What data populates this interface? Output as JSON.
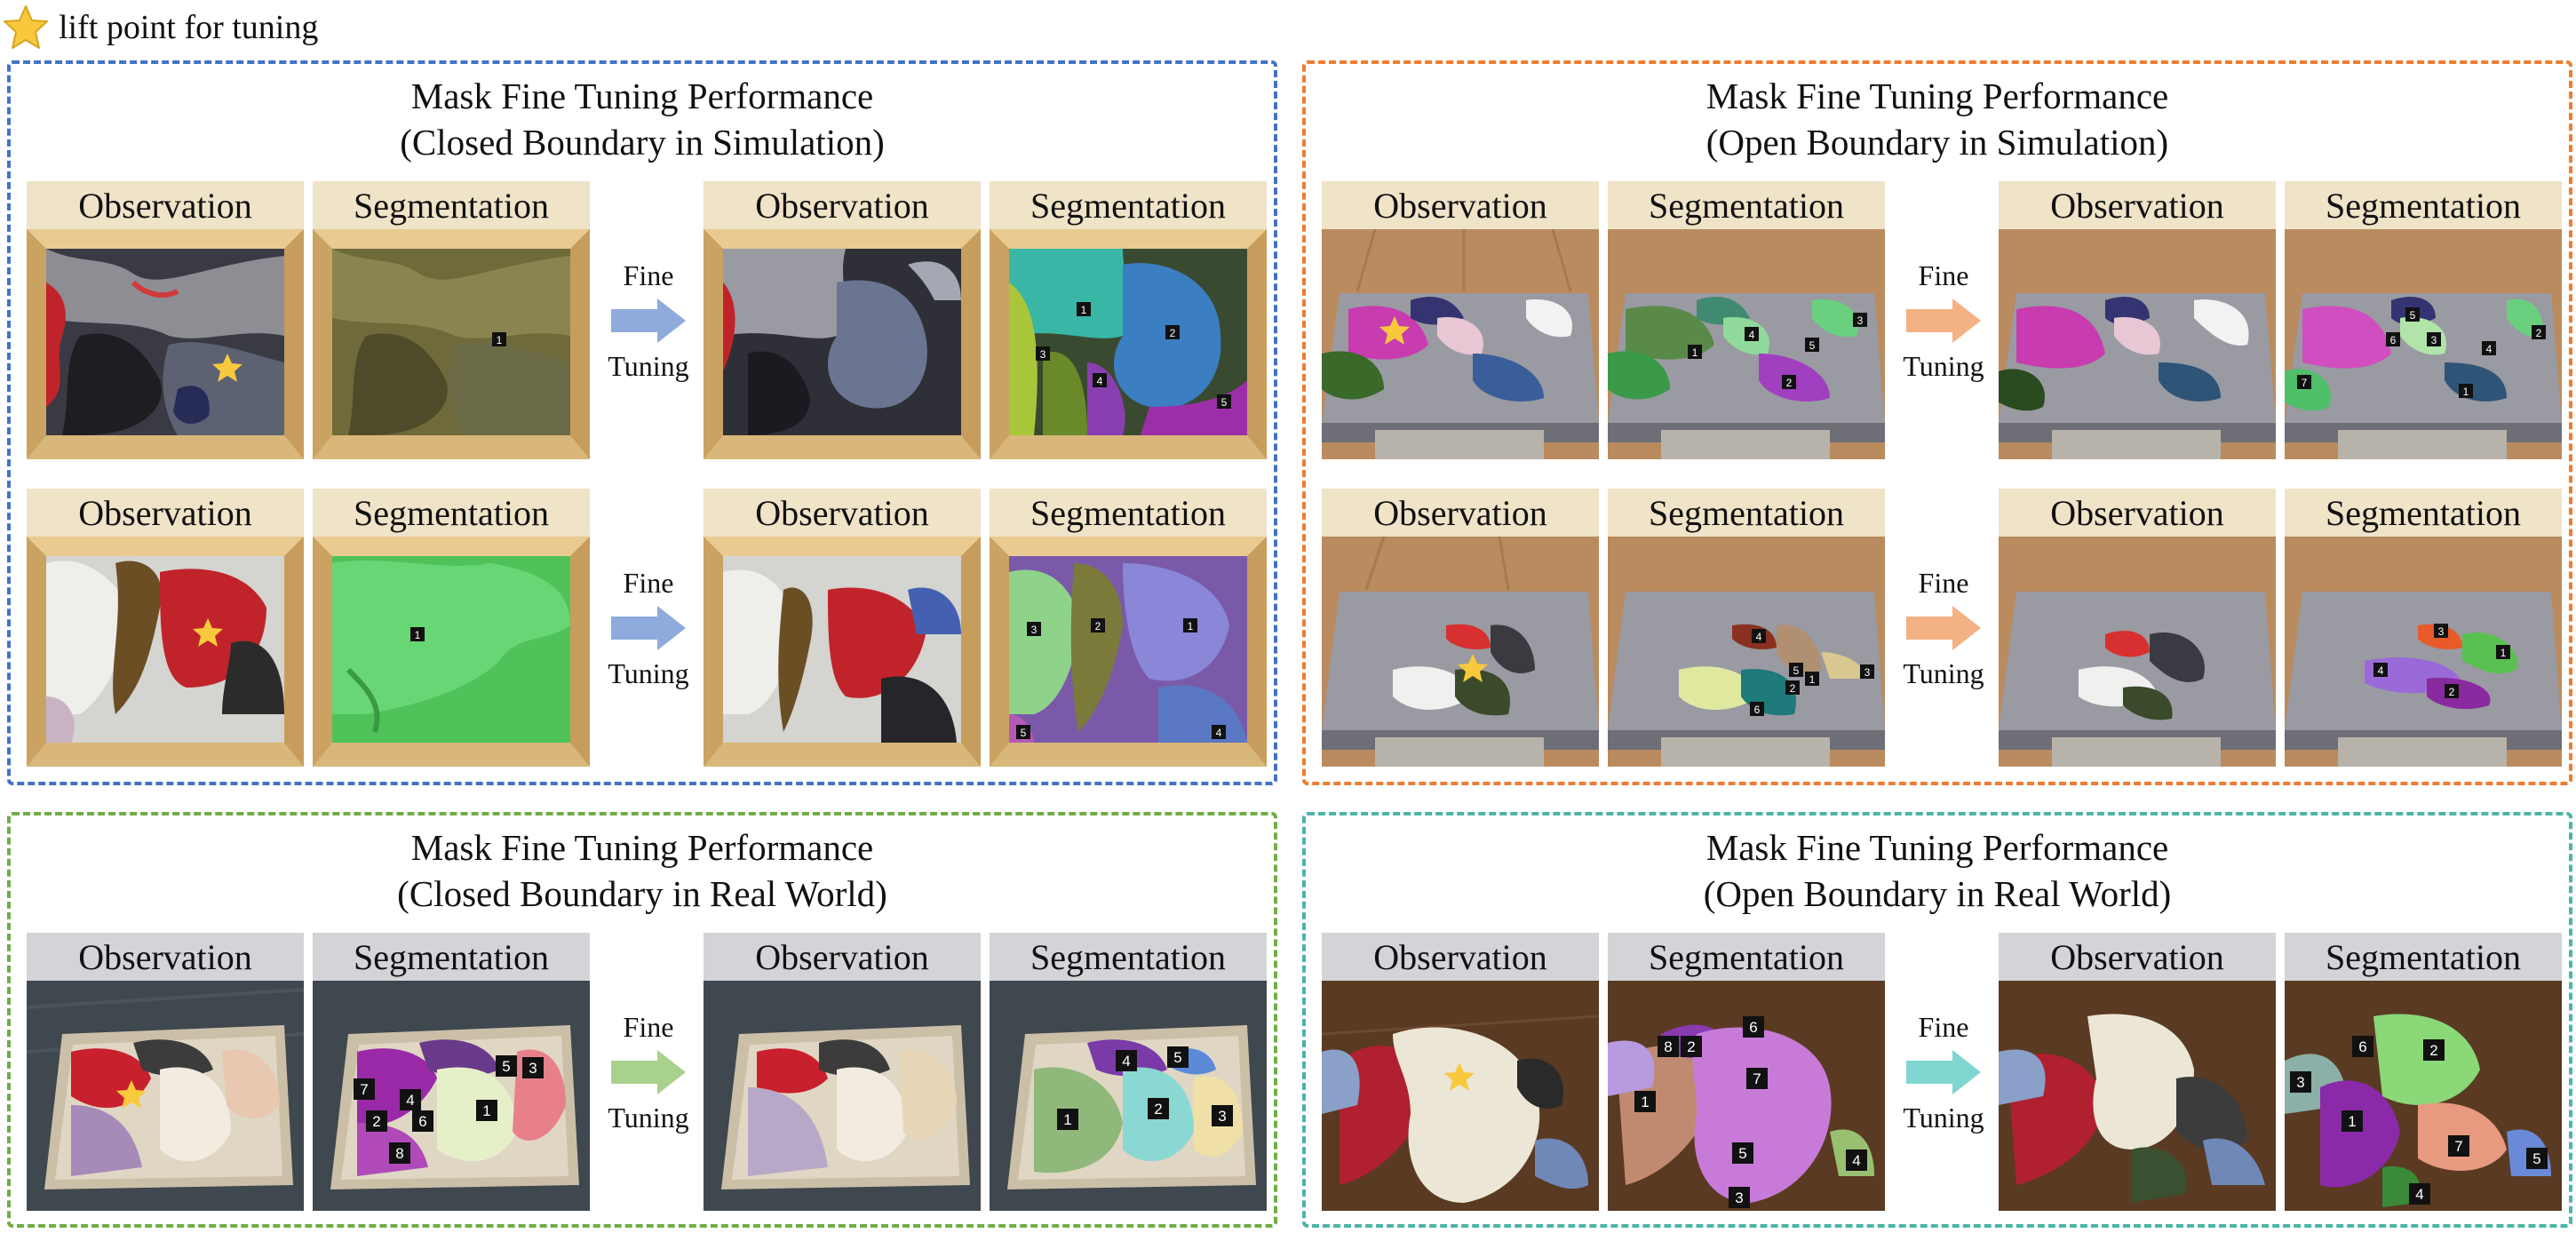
{
  "legend": {
    "icon": "star-icon",
    "label": "lift point for tuning",
    "color": "#f8c93c"
  },
  "caption_observation": "Observation",
  "caption_segmentation": "Segmentation",
  "arrow_line1": "Fine",
  "arrow_line2": "Tuning",
  "colors": {
    "blue_border": "#4472c4",
    "orange_border": "#ed7d31",
    "green_border": "#70ad47",
    "teal_border": "#4bb5a8",
    "arrow_blue": "#8faadc",
    "arrow_orange": "#f4b183",
    "arrow_green": "#a9d18e",
    "arrow_teal": "#7fd6d0"
  },
  "panels": {
    "closed_sim": {
      "line1": "Mask Fine Tuning Performance",
      "line2": "(Closed Boundary in Simulation)"
    },
    "open_sim": {
      "line1": "Mask Fine Tuning Performance",
      "line2": "(Open Boundary in Simulation)"
    },
    "closed_real": {
      "line1": "Mask Fine Tuning Performance",
      "line2": "(Closed Boundary in Real World)"
    },
    "open_real": {
      "line1": "Mask Fine Tuning Performance",
      "line2": "(Open Boundary in Real World)"
    }
  },
  "mask_labels": {
    "cs1_before": [
      "1"
    ],
    "cs1_after": [
      "1",
      "2",
      "3",
      "4",
      "5"
    ],
    "cs2_before": [
      "1"
    ],
    "cs2_after": [
      "1",
      "2",
      "3",
      "4",
      "5"
    ],
    "os1_before": [
      "1",
      "2",
      "3",
      "4",
      "5"
    ],
    "os1_after": [
      "1",
      "2",
      "3",
      "4",
      "5",
      "6",
      "7"
    ],
    "os2_before": [
      "1",
      "2",
      "3",
      "4",
      "5",
      "6"
    ],
    "os2_after": [
      "1",
      "2",
      "3",
      "4"
    ],
    "cr_before": [
      "1",
      "2",
      "3",
      "4",
      "5",
      "6",
      "7",
      "8"
    ],
    "cr_after": [
      "1",
      "2",
      "3",
      "4",
      "5"
    ],
    "or_before": [
      "1",
      "2",
      "3",
      "4",
      "5",
      "6",
      "7",
      "8"
    ],
    "or_after": [
      "1",
      "2",
      "3",
      "4",
      "5",
      "6",
      "7"
    ]
  }
}
